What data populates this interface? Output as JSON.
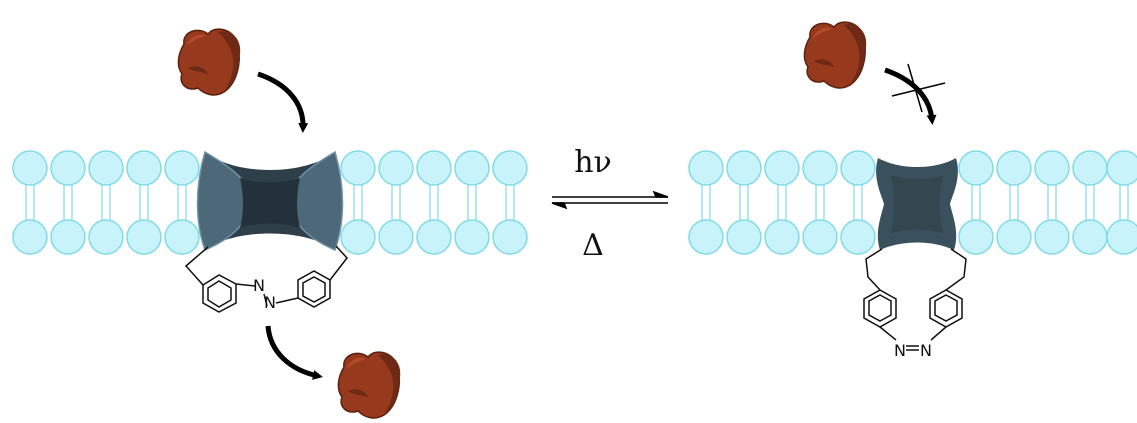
{
  "reaction": {
    "forward_label": "hν",
    "reverse_label": "Δ"
  },
  "atoms": {
    "nitrogen": "N"
  },
  "colors": {
    "lipid_head_fill": "#c9f3fa",
    "lipid_head_stroke": "#7fdbe8",
    "channel_dark": "#2e3f49",
    "channel_mid": "#3a505c",
    "channel_light": "#4d6878",
    "channel_edge": "#6f93a6",
    "ligand_dark": "#6e2a14",
    "ligand_main": "#96391d",
    "ligand_light": "#b2492a",
    "arrow": "#000000"
  },
  "icons": {
    "ligand": "protein-ligand-icon",
    "open_channel": "open-ion-channel-icon",
    "closed_channel": "closed-ion-channel-icon",
    "blocked": "blocked-cross-icon"
  }
}
